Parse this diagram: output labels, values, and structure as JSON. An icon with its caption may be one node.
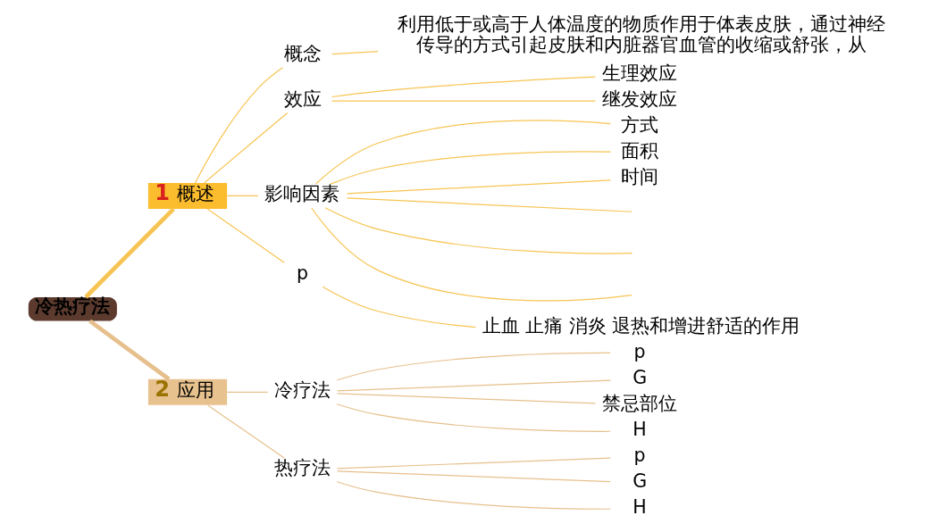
{
  "diagram": {
    "nodes": [
      {
        "text": [
          "冷热疗法"
        ]
      },
      {
        "text": [
          "1",
          "概述"
        ]
      },
      {
        "text": [
          "概念"
        ]
      },
      {
        "text": [
          "利用低于或高于人体温度的物质作用于体表皮肤，通过神经传导的方式引起皮肤和内脏器官血管的收缩或舒张，从"
        ]
      },
      {
        "text": [
          "效应"
        ]
      },
      {
        "text": [
          "生理效应"
        ]
      },
      {
        "text": [
          "继发效应"
        ]
      },
      {
        "text": [
          "影响因素"
        ]
      },
      {
        "text": [
          "方式"
        ]
      },
      {
        "text": [
          "面积"
        ]
      },
      {
        "text": [
          "时间"
        ]
      },
      {
        "text": [
          "p"
        ]
      },
      {
        "text": [
          "止血 止痛 消炎 退热和增进舒适的作用"
        ]
      },
      {
        "text": [
          "2",
          "应用"
        ]
      },
      {
        "text": [
          "冷疗法"
        ]
      },
      {
        "text": [
          "p"
        ]
      },
      {
        "text": [
          "G"
        ]
      },
      {
        "text": [
          "禁忌部位"
        ]
      },
      {
        "text": [
          "H"
        ]
      },
      {
        "text": [
          "热疗法"
        ]
      },
      {
        "text": [
          "p"
        ]
      },
      {
        "text": [
          "G"
        ]
      },
      {
        "text": [
          "H"
        ]
      }
    ],
    "edges": [
      {
        "from": 0,
        "to": 1,
        "arrow": "none",
        "style": "thick"
      },
      {
        "from": 1,
        "to": 2,
        "arrow": "none"
      },
      {
        "from": 2,
        "to": 3,
        "arrow": "none"
      },
      {
        "from": 1,
        "to": 4,
        "arrow": "none"
      },
      {
        "from": 4,
        "to": 5,
        "arrow": "none"
      },
      {
        "from": 4,
        "to": 6,
        "arrow": "none"
      },
      {
        "from": 1,
        "to": 7,
        "arrow": "none"
      },
      {
        "from": 7,
        "to": 8,
        "arrow": "none"
      },
      {
        "from": 7,
        "to": 9,
        "arrow": "none"
      },
      {
        "from": 7,
        "to": 10,
        "arrow": "none"
      },
      {
        "from": 7,
        "to": null,
        "arrow": "none"
      },
      {
        "from": 7,
        "to": null,
        "arrow": "none"
      },
      {
        "from": 7,
        "to": null,
        "arrow": "none"
      },
      {
        "from": 1,
        "to": 11,
        "arrow": "none"
      },
      {
        "from": 11,
        "to": 12,
        "arrow": "none"
      },
      {
        "from": 0,
        "to": 13,
        "arrow": "none",
        "style": "thick",
        "color": "#e6c08c"
      },
      {
        "from": 13,
        "to": 14,
        "arrow": "none",
        "color": "#e6c08c"
      },
      {
        "from": 14,
        "to": 15,
        "arrow": "none",
        "color": "#e6c08c"
      },
      {
        "from": 14,
        "to": 16,
        "arrow": "none",
        "color": "#e6c08c"
      },
      {
        "from": 14,
        "to": 17,
        "arrow": "none",
        "color": "#e6c08c"
      },
      {
        "from": 14,
        "to": 18,
        "arrow": "none",
        "color": "#e6c08c"
      },
      {
        "from": 13,
        "to": 19,
        "arrow": "none",
        "color": "#e6c08c"
      },
      {
        "from": 19,
        "to": 20,
        "arrow": "none",
        "color": "#e6c08c"
      },
      {
        "from": 19,
        "to": 21,
        "arrow": "none",
        "color": "#e6c08c"
      },
      {
        "from": 19,
        "to": 22,
        "arrow": "none",
        "color": "#e6c08c"
      }
    ]
  }
}
